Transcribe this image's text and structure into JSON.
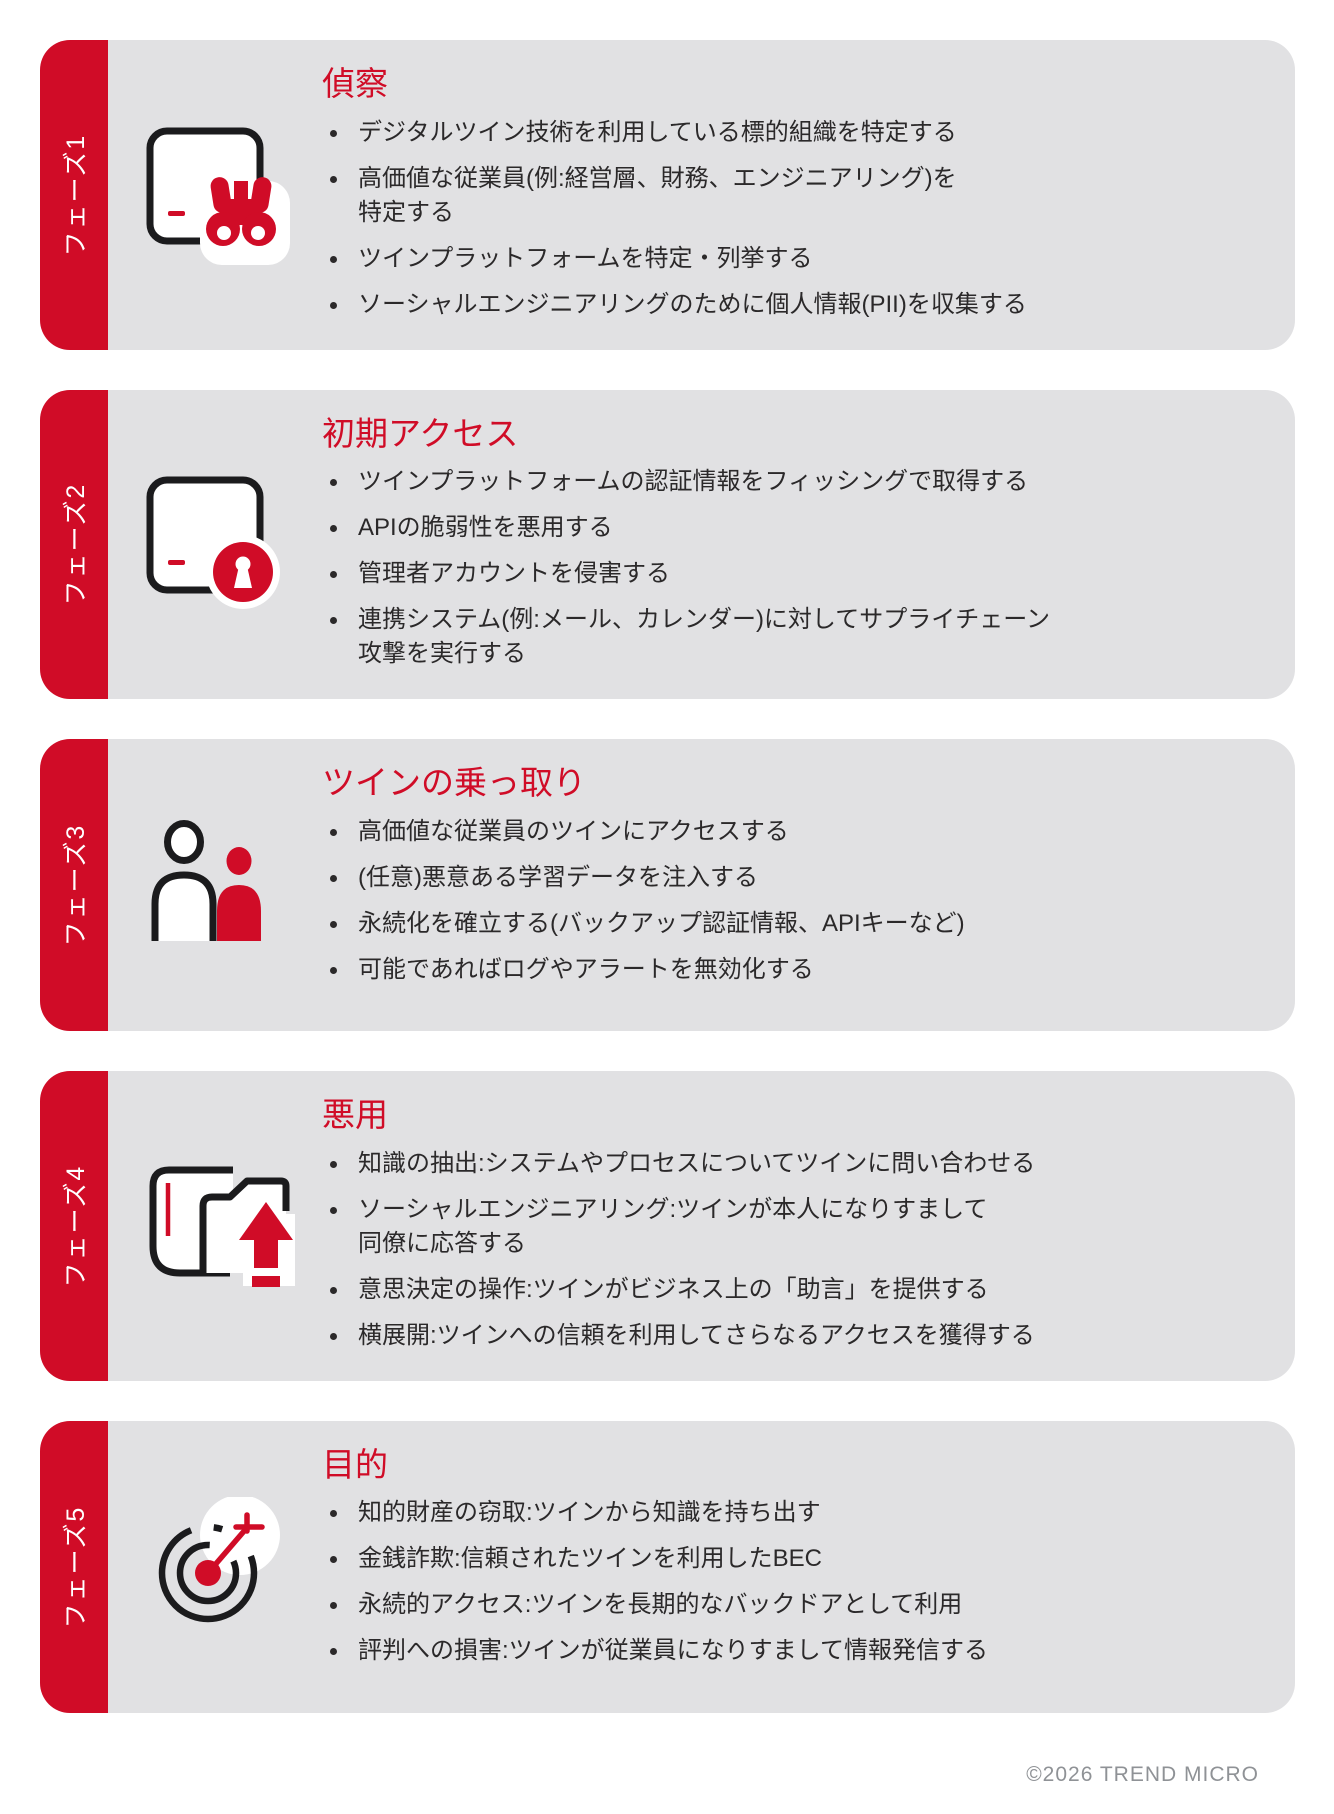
{
  "colors": {
    "accent": "#d00c27",
    "card_bg": "#e1e1e3",
    "text": "#2b292a",
    "bar_text": "#ffffff",
    "footer_text": "#8f9296"
  },
  "footer": {
    "copyright": "©2026 TREND MICRO"
  },
  "phases": [
    {
      "label": "フェーズ1",
      "icon": "binoculars-icon",
      "title": "偵察",
      "bullets": [
        [
          "デジタルツイン技術を利用している標的組織を特定する"
        ],
        [
          "高価値な従業員(例:経営層、財務、エンジニアリング)を",
          "特定する"
        ],
        [
          "ツインプラットフォームを特定・列挙する"
        ],
        [
          "ソーシャルエンジニアリングのために個人情報(PII)を収集する"
        ]
      ]
    },
    {
      "label": "フェーズ2",
      "icon": "padlock-icon",
      "title": "初期アクセス",
      "bullets": [
        [
          "ツインプラットフォームの認証情報をフィッシングで取得する"
        ],
        [
          "APIの脆弱性を悪用する"
        ],
        [
          "管理者アカウントを侵害する"
        ],
        [
          "連携システム(例:メール、カレンダー)に対してサプライチェーン",
          "攻撃を実行する"
        ]
      ]
    },
    {
      "label": "フェーズ3",
      "icon": "twin-persons-icon",
      "title": "ツインの乗っ取り",
      "bullets": [
        [
          "高価値な従業員のツインにアクセスする"
        ],
        [
          "(任意)悪意ある学習データを注入する"
        ],
        [
          "永続化を確立する(バックアップ認証情報、APIキーなど)"
        ],
        [
          "可能であればログやアラートを無効化する"
        ]
      ]
    },
    {
      "label": "フェーズ4",
      "icon": "folder-upload-icon",
      "title": "悪用",
      "bullets": [
        [
          "知識の抽出:システムやプロセスについてツインに問い合わせる"
        ],
        [
          "ソーシャルエンジニアリング:ツインが本人になりすまして",
          "同僚に応答する"
        ],
        [
          "意思決定の操作:ツインがビジネス上の「助言」を提供する"
        ],
        [
          "横展開:ツインへの信頼を利用してさらなるアクセスを獲得する"
        ]
      ]
    },
    {
      "label": "フェーズ5",
      "icon": "target-icon",
      "title": "目的",
      "bullets": [
        [
          "知的財産の窃取:ツインから知識を持ち出す"
        ],
        [
          "金銭詐欺:信頼されたツインを利用したBEC"
        ],
        [
          "永続的アクセス:ツインを長期的なバックドアとして利用"
        ],
        [
          "評判への損害:ツインが従業員になりすまして情報発信する"
        ]
      ]
    }
  ]
}
